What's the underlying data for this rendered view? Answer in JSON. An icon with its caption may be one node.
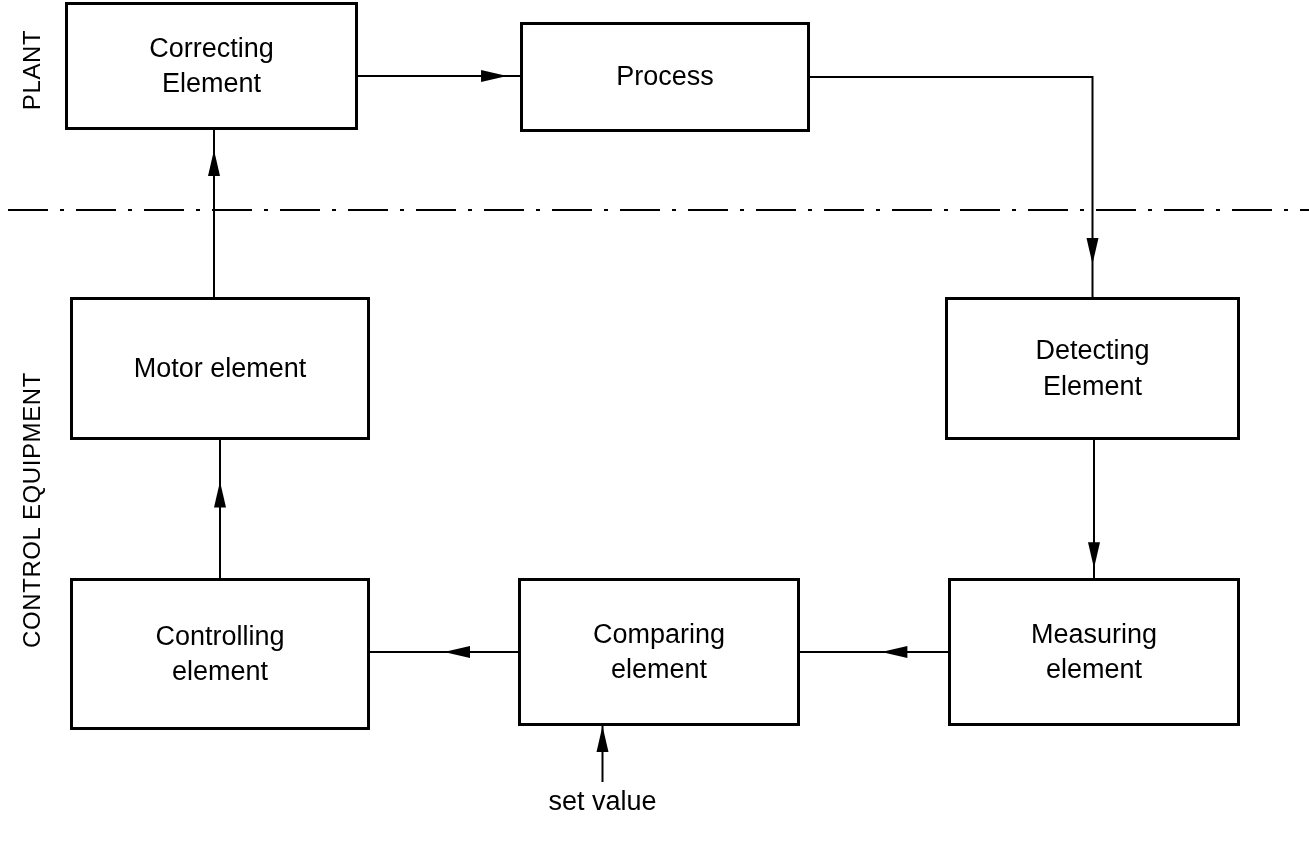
{
  "diagram": {
    "nodes": [
      {
        "text": [
          "Correcting Element"
        ]
      },
      {
        "text": [
          "Process"
        ]
      },
      {
        "text": [
          "Detecting Element"
        ]
      },
      {
        "text": [
          "Measuring element"
        ]
      },
      {
        "text": [
          "Comparing element"
        ]
      },
      {
        "text": [
          "Controlling element"
        ]
      },
      {
        "text": [
          "Motor element"
        ]
      },
      {
        "text": [
          "set value"
        ]
      }
    ],
    "edges": [
      {
        "from": 0,
        "to": 1,
        "arrow": "to"
      },
      {
        "from": 1,
        "to": 2,
        "arrow": "to"
      },
      {
        "from": 2,
        "to": 3,
        "arrow": "to"
      },
      {
        "from": 3,
        "to": 4,
        "arrow": "to"
      },
      {
        "from": 4,
        "to": 5,
        "arrow": "to"
      },
      {
        "from": 5,
        "to": 6,
        "arrow": "to"
      },
      {
        "from": 6,
        "to": 0,
        "arrow": "to"
      },
      {
        "from": 7,
        "to": 4,
        "arrow": "to"
      }
    ],
    "labels": [
      "PLANT",
      "CONTROL EQUIPMENT"
    ]
  }
}
